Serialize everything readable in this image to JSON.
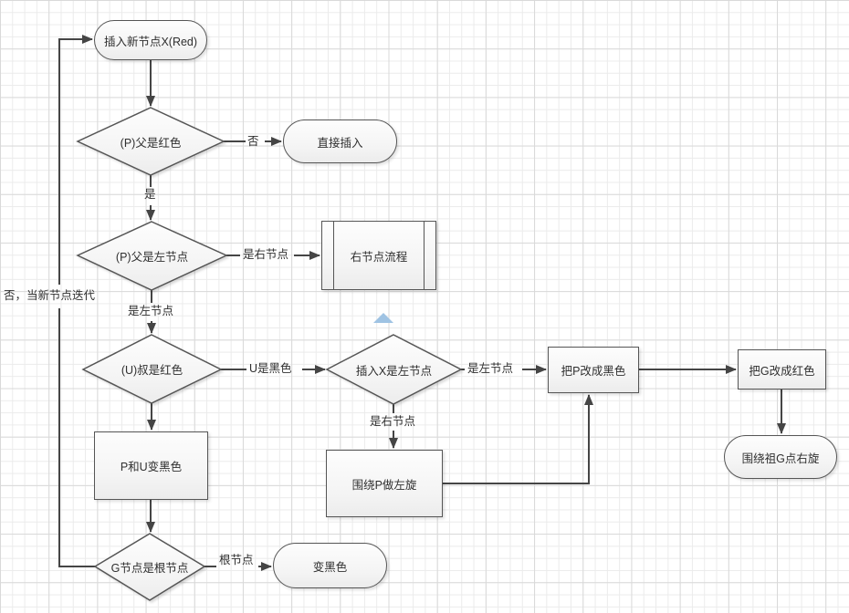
{
  "nodes": {
    "start": "插入新节点X(Red)",
    "parent_red": "(P)父是红色",
    "direct_insert": "直接插入",
    "parent_left": "(P)父是左节点",
    "right_node_flow": "右节点流程",
    "uncle_red": "(U)叔是红色",
    "x_left": "插入X是左节点",
    "p_to_black": "把P改成黑色",
    "g_to_red": "把G改成红色",
    "rotate_g_right": "围绕祖G点右旋",
    "p_u_black": "P和U变黑色",
    "rotate_p_left": "围绕P做左旋",
    "g_root": "G节点是根节点",
    "to_black": "变黑色"
  },
  "edge_labels": {
    "d1_no": "否",
    "d1_yes": "是",
    "d2_right": "是右节点",
    "d2_down": "是左节点",
    "loop_back": "否，当新节点迭代",
    "d3_right": "U是黑色",
    "d4_right": "是左节点",
    "d4_down": "是右节点",
    "d5_right": "根节点"
  },
  "colors": {
    "connector": "#454545",
    "node_border": "#555555",
    "node_fill_top": "#fdfdfd",
    "node_fill_bottom": "#ececec",
    "selection_handle": "#9fc3e3",
    "grid_minor": "#ebebeb",
    "grid_major": "#d9d9d9"
  }
}
